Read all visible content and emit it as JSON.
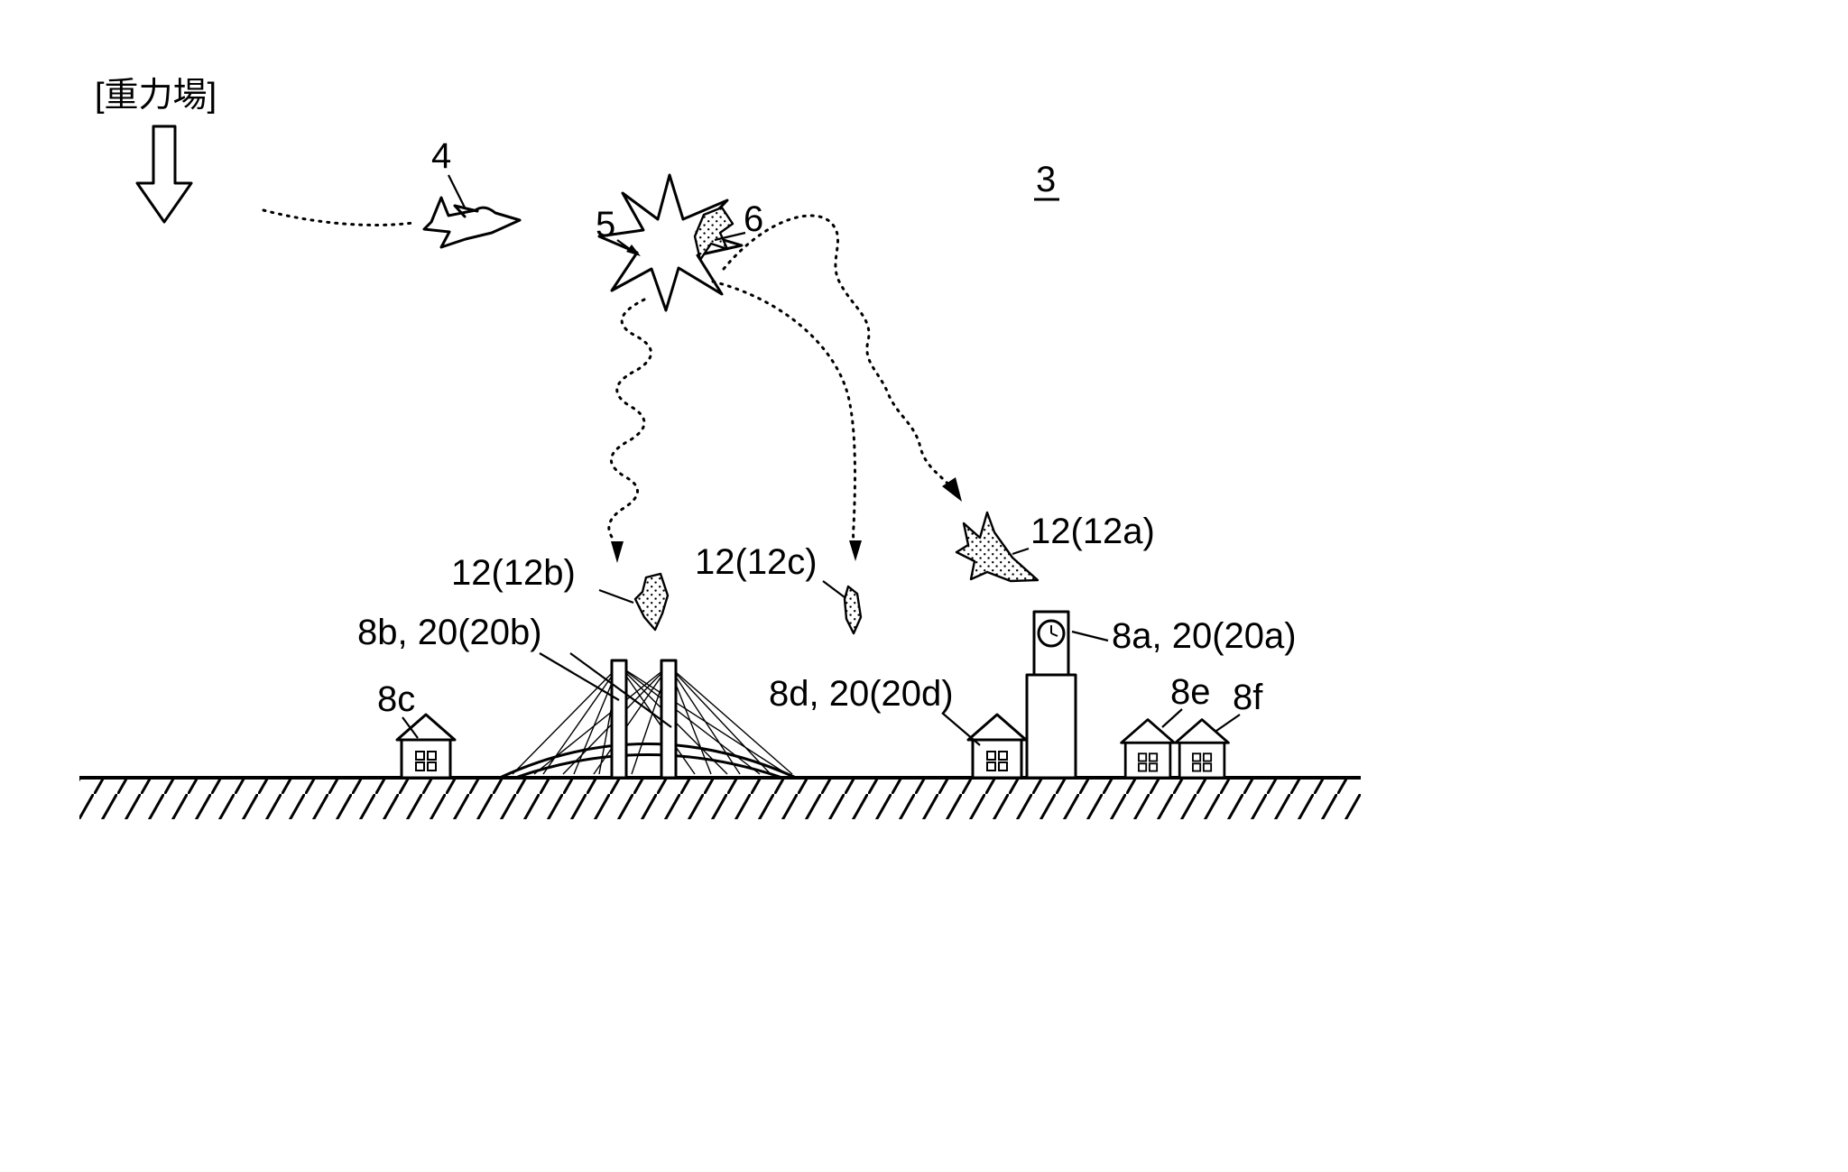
{
  "figure": {
    "background_color": "#ffffff",
    "ink_color": "#000000",
    "labels": {
      "gravity_field": "[重力場]",
      "fig_ref": "3",
      "aircraft": "4",
      "explosion_star": "5",
      "explosion_craft": "6",
      "debris_a": "12(12a)",
      "debris_b": "12(12b)",
      "debris_c": "12(12c)",
      "bridge": "8b, 20(20b)",
      "house_c": "8c",
      "house_d": "8d, 20(20d)",
      "clock_tower": "8a, 20(20a)",
      "house_e": "8e",
      "house_f": "8f"
    }
  }
}
